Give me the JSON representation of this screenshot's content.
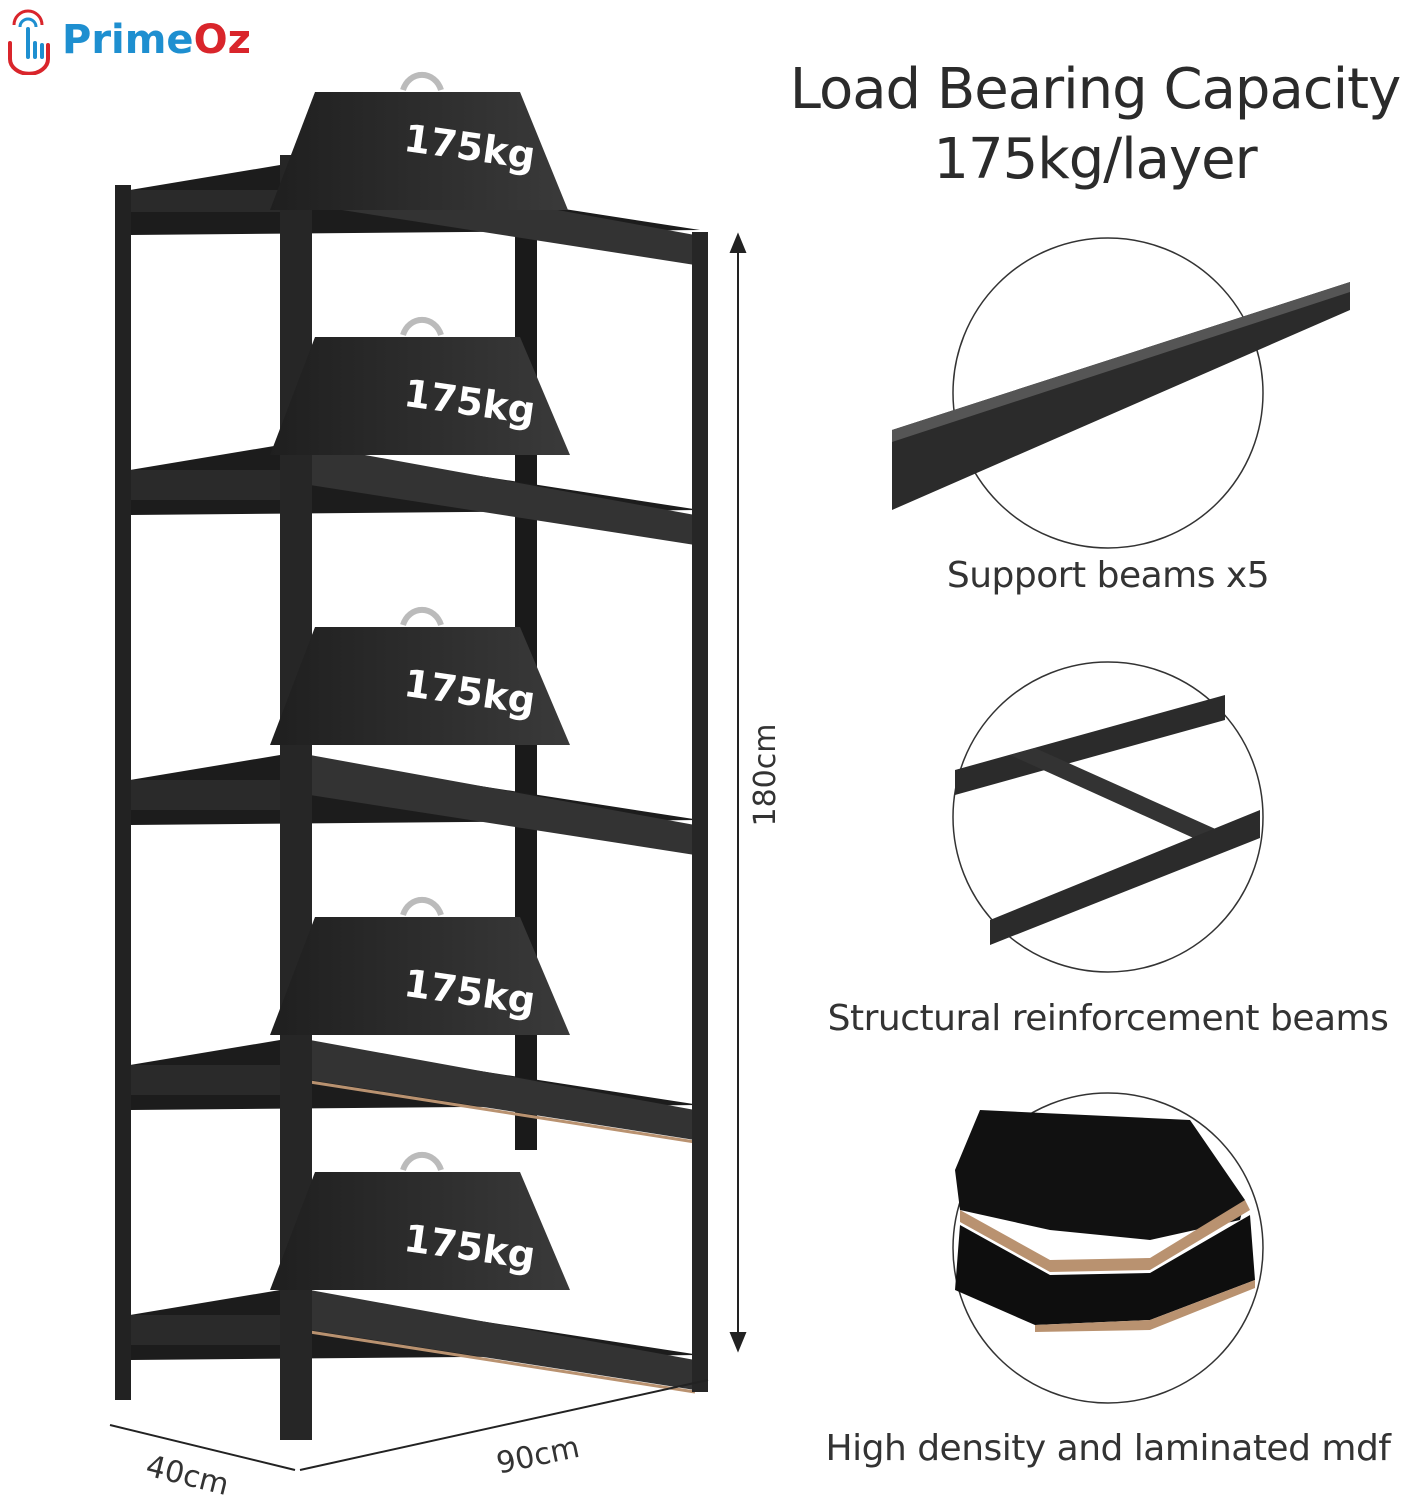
{
  "brand": {
    "name_part1": "Prime",
    "name_part2": "Oz",
    "color_blue": "#1e8fd0",
    "color_red": "#d9252b"
  },
  "headline": {
    "line1": "Load Bearing Capacity",
    "line2": "175kg/layer"
  },
  "shelf": {
    "weights": [
      "175kg",
      "175kg",
      "175kg",
      "175kg",
      "175kg"
    ],
    "dimensions": {
      "height": "180cm",
      "width": "90cm",
      "depth": "40cm"
    }
  },
  "features": [
    {
      "caption": "Support beams x5"
    },
    {
      "caption": "Structural reinforcement beams"
    },
    {
      "caption": "High density and laminated mdf"
    }
  ]
}
